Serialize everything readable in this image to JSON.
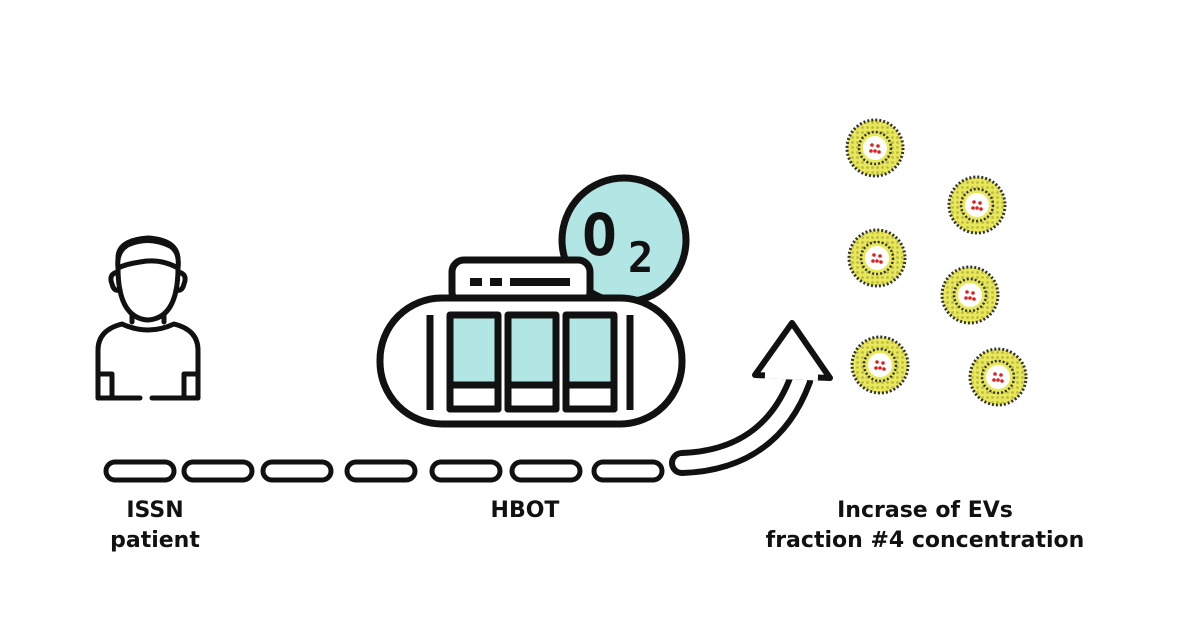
{
  "labels": {
    "patient": {
      "line1": "ISSN",
      "line2": "patient"
    },
    "hbot": {
      "line1": "HBOT"
    },
    "evs": {
      "line1": "Incrase of EVs",
      "line2": "fraction #4 concentration"
    }
  },
  "chamber": {
    "o2_letter": "O",
    "o2_subscript": "2"
  },
  "icons": [
    "person-icon",
    "hyperbaric-chamber-icon",
    "oxygen-bubble-icon",
    "curved-arrow-icon",
    "extracellular-vesicle-icon"
  ],
  "colors": {
    "outline": "#111111",
    "chamber_fill": "#b2e6e4",
    "vesicle_yellow": "#e8e85a",
    "vesicle_dots": "#333333",
    "cargo_red": "#e02020"
  },
  "vesicle_count": 6
}
